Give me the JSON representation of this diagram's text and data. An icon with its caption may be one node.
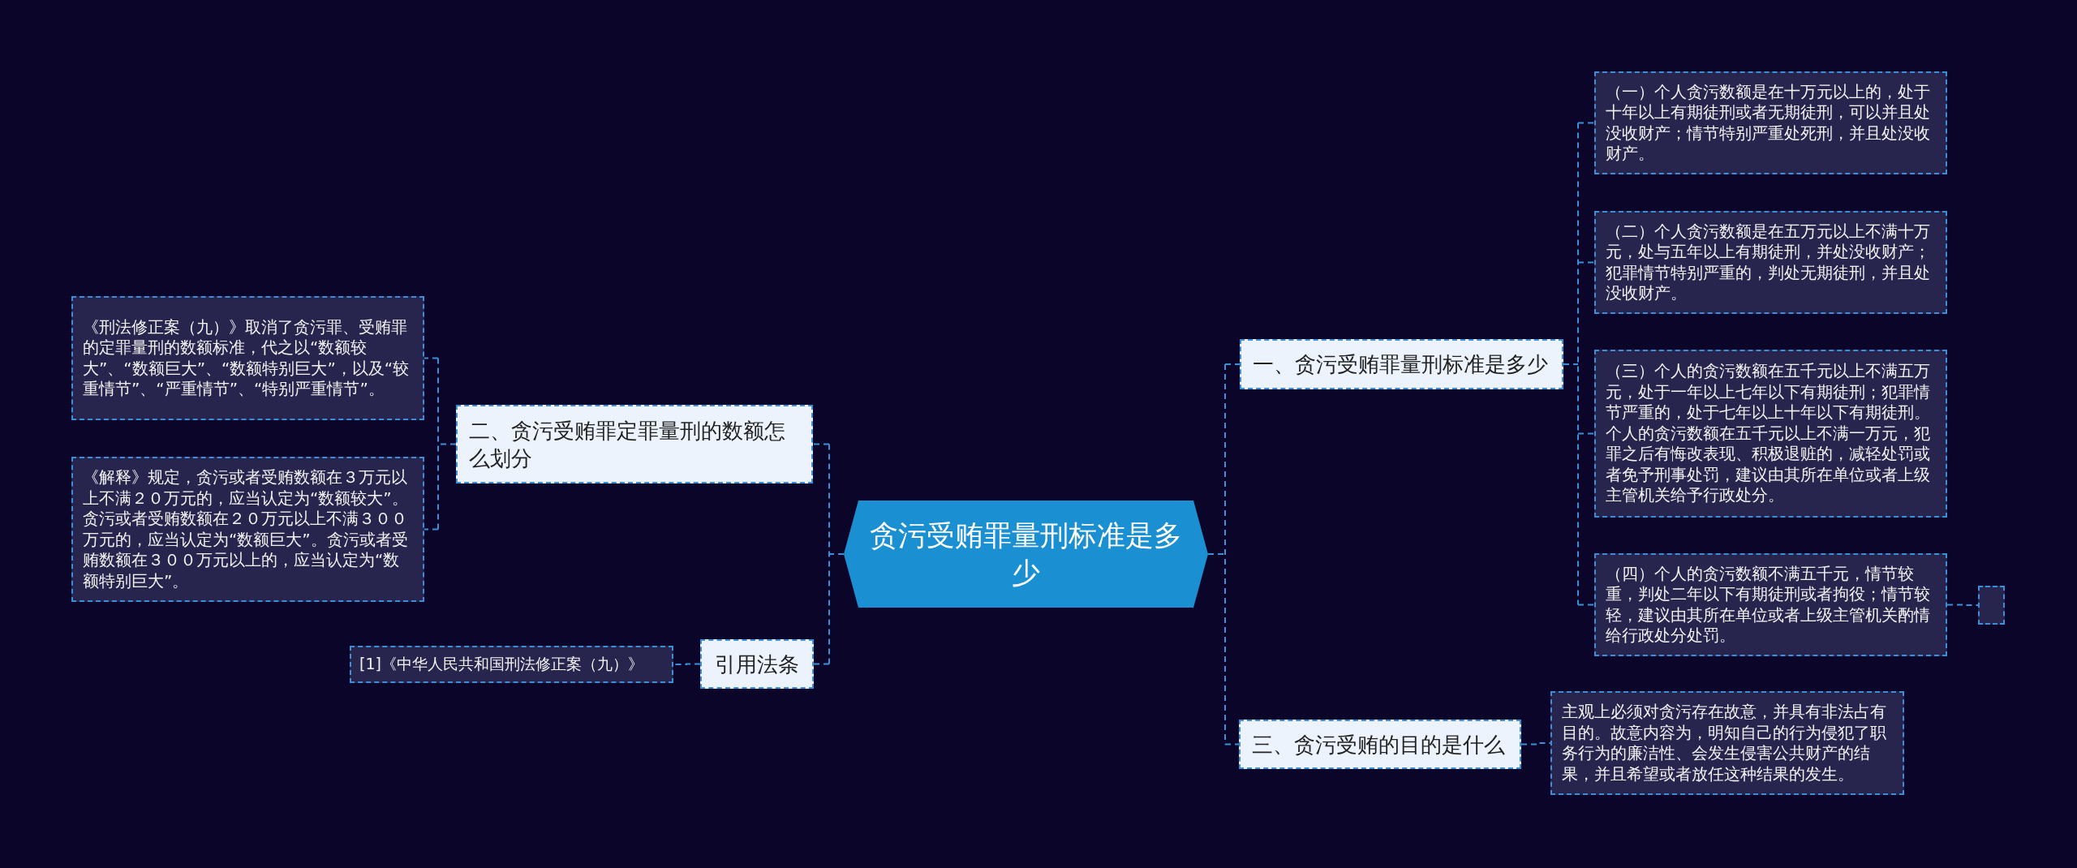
{
  "diagram": {
    "nodes": [
      {
        "text": [
          "贪污受贿罪量刑标准是多少"
        ]
      },
      {
        "text": [
          "二、贪污受贿罪定罪量刑的数额怎么划分"
        ]
      },
      {
        "text": [
          "《刑法修正案（九）》取消了贪污罪、受贿罪的定罪量刑的数额标准，代之以“数额较大”、“数额巨大”、“数额特别巨大”，以及“较重情节”、“严重情节”、“特别严重情节”。"
        ]
      },
      {
        "text": [
          "《解释》规定，贪污或者受贿数额在３万元以上不满２０万元的，应当认定为“数额较大”。贪污或者受贿数额在２０万元以上不满３００万元的，应当认定为“数额巨大”。贪污或者受贿数额在３００万元以上的，应当认定为“数额特别巨大”。"
        ]
      },
      {
        "text": [
          "引用法条"
        ]
      },
      {
        "text": [
          "[1]《中华人民共和国刑法修正案（九）》"
        ]
      },
      {
        "text": [
          "一、贪污受贿罪量刑标准是多少"
        ]
      },
      {
        "text": [
          "（一）个人贪污数额是在十万元以上的，处于十年以上有期徒刑或者无期徒刑，可以并且处没收财产；情节特别严重处死刑，并且处没收财产。"
        ]
      },
      {
        "text": [
          "（二）个人贪污数额是在五万元以上不满十万元，处与五年以上有期徒刑，并处没收财产；犯罪情节特别严重的，判处无期徒刑，并且处没收财产。"
        ]
      },
      {
        "text": [
          "（三）个人的贪污数额在五千元以上不满五万元，处于一年以上七年以下有期徒刑；犯罪情节严重的，处于七年以上十年以下有期徒刑。个人的贪污数额在五千元以上不满一万元，犯罪之后有悔改表现、积极退赃的，减轻处罚或者免予刑事处罚，建议由其所在单位或者上级主管机关给予行政处分。"
        ]
      },
      {
        "text": [
          "（四）个人的贪污数额不满五千元，情节较重，判处二年以下有期徒刑或者拘役；情节较轻，建议由其所在单位或者上级主管机关酌情给行政处分处罚。"
        ]
      },
      {
        "text": [],
        "shape": "box"
      },
      {
        "text": [
          "三、贪污受贿的目的是什么"
        ]
      },
      {
        "text": [
          "主观上必须对贪污存在故意，并具有非法占有目的。故意内容为，明知自己的行为侵犯了职务行为的廉洁性、会发生侵害公共财产的结果，并且希望或者放任这种结果的发生。"
        ]
      }
    ],
    "edges": [
      {
        "from": 0,
        "to": 1,
        "arrow": "none"
      },
      {
        "from": 1,
        "to": 2,
        "arrow": "none"
      },
      {
        "from": 1,
        "to": 3,
        "arrow": "none"
      },
      {
        "from": 0,
        "to": 4,
        "arrow": "none"
      },
      {
        "from": 4,
        "to": 5,
        "arrow": "none"
      },
      {
        "from": 0,
        "to": 6,
        "arrow": "none"
      },
      {
        "from": 6,
        "to": 7,
        "arrow": "none"
      },
      {
        "from": 6,
        "to": 8,
        "arrow": "none"
      },
      {
        "from": 6,
        "to": 9,
        "arrow": "none"
      },
      {
        "from": 6,
        "to": 10,
        "arrow": "none"
      },
      {
        "from": 10,
        "to": 11,
        "arrow": "none"
      },
      {
        "from": 0,
        "to": 12,
        "arrow": "none"
      },
      {
        "from": 12,
        "to": 13,
        "arrow": "none"
      }
    ]
  }
}
